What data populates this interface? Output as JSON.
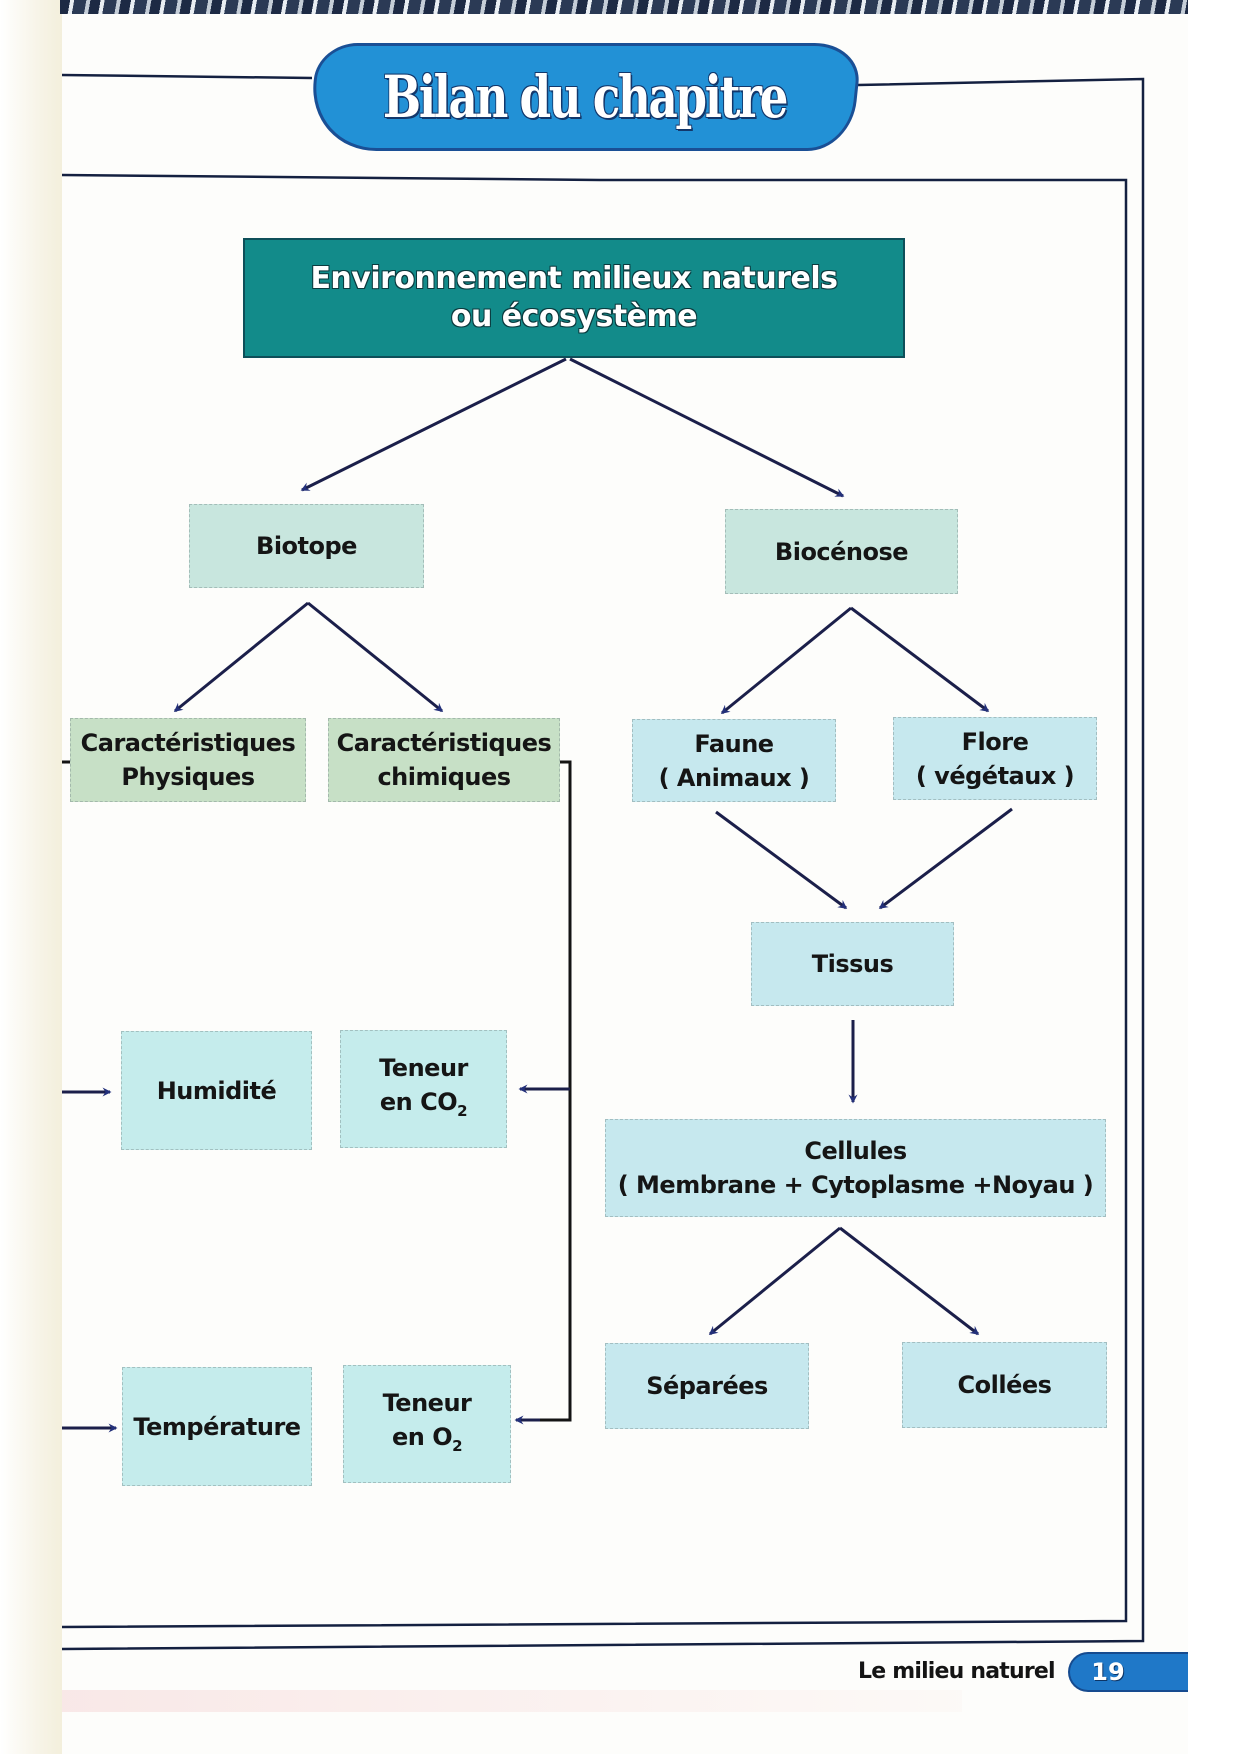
{
  "page": {
    "title": "Bilan du chapitre",
    "footer_label": "Le milieu naturel",
    "page_number": "19"
  },
  "colors": {
    "title_blue": "#2291d6",
    "root_teal": "#128b8a",
    "arrow_navy": "#1b1f4a",
    "frame_navy": "#142040"
  },
  "diagram": {
    "root": {
      "line1": "Environnement milieux naturels",
      "line2": "ou  écosystème"
    },
    "biotope": {
      "label": "Biotope"
    },
    "biocenose": {
      "label": "Biocénose"
    },
    "carac_physiques": {
      "line1": "Caractéristiques",
      "line2": "Physiques"
    },
    "carac_chimiques": {
      "line1": "Caractéristiques",
      "line2": "chimiques"
    },
    "faune": {
      "line1": "Faune",
      "line2": "( Animaux )"
    },
    "flore": {
      "line1": "Flore",
      "line2": "( végétaux )"
    },
    "tissus": {
      "label": "Tissus"
    },
    "cellules": {
      "line1": "Cellules",
      "line2": "( Membrane + Cytoplasme +Noyau )"
    },
    "separees": {
      "label": "Séparées"
    },
    "collees": {
      "label": "Collées"
    },
    "humidite": {
      "label": "Humidité"
    },
    "temperature": {
      "label": "Température"
    },
    "teneur_co2": {
      "line1": "Teneur",
      "line2_prefix": "en CO",
      "line2_sub": "2"
    },
    "teneur_o2": {
      "line1": "Teneur",
      "line2_prefix": "en O",
      "line2_sub": "2"
    }
  }
}
